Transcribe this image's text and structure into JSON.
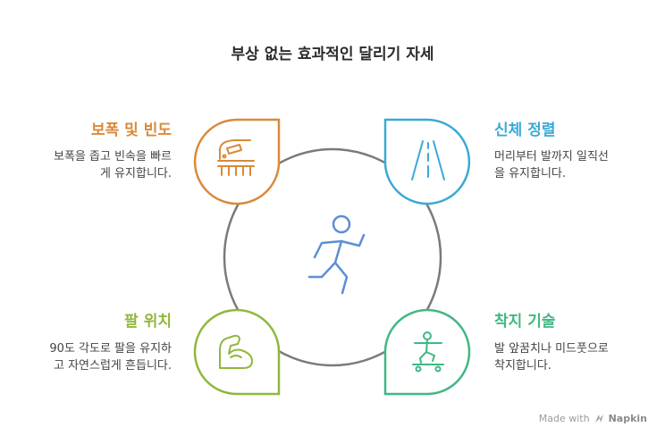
{
  "title": "부상 없는 효과적인 달리기 자세",
  "colors": {
    "orange": "#d98a3a",
    "blue": "#3ba9d6",
    "green_light": "#8fb83c",
    "green_teal": "#41b783",
    "center_circle": "#7a7a7a",
    "runner": "#5b8fd6"
  },
  "sections": {
    "top_left": {
      "heading": "보폭 및 빈도",
      "desc_line1": "보폭을 좁고 빈속을 빠르",
      "desc_line2": "게 유지합니다.",
      "icon": "train-icon"
    },
    "top_right": {
      "heading": "신체 정렬",
      "desc_line1": "머리부터 발까지 일직선",
      "desc_line2": "을 유지합니다.",
      "icon": "road-icon"
    },
    "bottom_left": {
      "heading": "팔 위치",
      "desc_line1": "90도 각도로 팔을 유지하",
      "desc_line2": "고 자연스럽게 흔듭니다.",
      "icon": "flexed-arm-icon"
    },
    "bottom_right": {
      "heading": "착지 기술",
      "desc_line1": "발 앞꿈치나 미드풋으로",
      "desc_line2": "착지합니다.",
      "icon": "skateboarder-icon"
    }
  },
  "center_icon": "runner-icon",
  "footer": {
    "made_with": "Made with",
    "brand": "Napkin"
  }
}
